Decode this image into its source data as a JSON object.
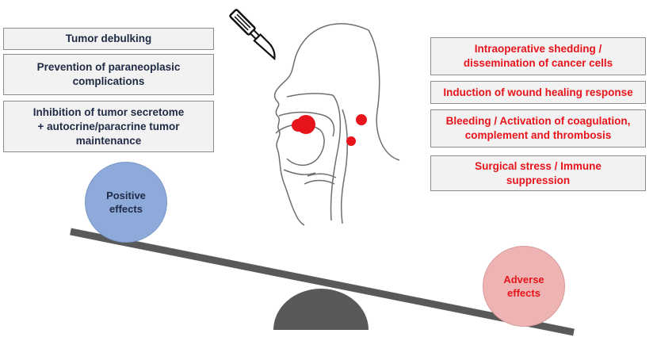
{
  "positive_list": [
    "Tumor debulking",
    "Prevention of paraneoplasic\ncomplications",
    "Inhibition of tumor secretome\n+ autocrine/paracrine tumor\nmaintenance"
  ],
  "adverse_list": [
    "Intraoperative shedding /\ndissemination of cancer cells",
    "Induction of wound healing response",
    "Bleeding / Activation of coagulation,\ncomplement and thrombosis",
    "Surgical stress / Immune\nsuppression"
  ],
  "positive_circle": "Positive\neffects",
  "adverse_circle": "Adverse\neffects",
  "colors": {
    "positive_text": "#1f2a44",
    "adverse_text": "#e8141b",
    "box_fill": "#f2f2f2",
    "beam": "#595959",
    "tumor": "#e8141b"
  },
  "icons": [
    "scalpel-icon",
    "head-profile-illustration",
    "seesaw-fulcrum"
  ]
}
